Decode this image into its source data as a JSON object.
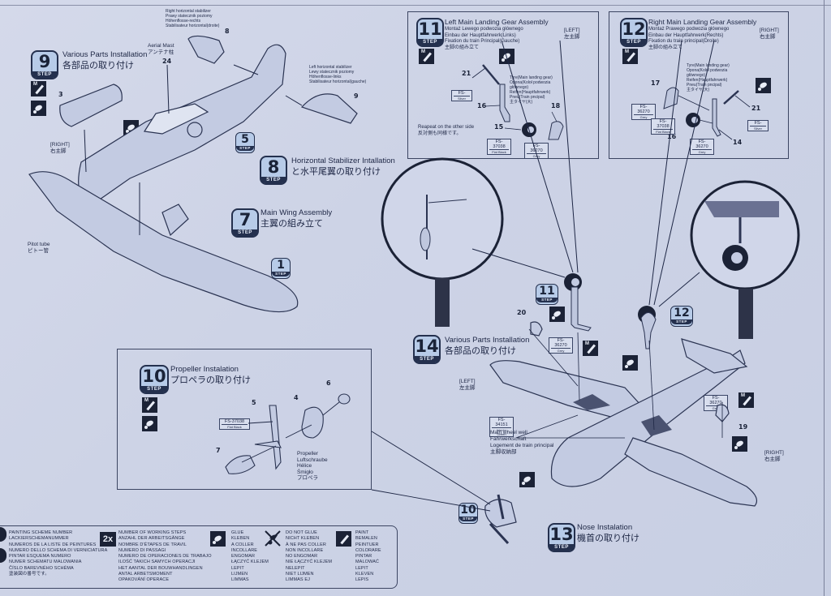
{
  "document": {
    "type": "model kit assembly instructions",
    "step_label": "STEP"
  },
  "step9": {
    "number": "9",
    "title_en": "Various Parts Installation",
    "title_jp": "各部品の取り付け",
    "parts": {
      "p3": "3",
      "p24": "24",
      "p8": "8",
      "p9": "9"
    },
    "aerial_mast_en": "Aerial Mast",
    "aerial_mast_jp": "アンテナ柱",
    "right_stab": [
      "Right horizontal stabilizer",
      "Prawy statecznik poziomy",
      "Höhenflosse-rechts",
      "Stabilisateur horizontal(droite)"
    ],
    "left_stab": [
      "Left horizontal stabilizer",
      "Lewy statecznik poziomy",
      "Höhenflosse-links",
      "Stabilisateur horizontal(gauche)"
    ],
    "right_en": "[RIGHT]",
    "right_jp": "右主脚",
    "pitot_en": "Pitot tube",
    "pitot_jp": "ピトー管",
    "ref_step5": "5",
    "ref_step1": "1"
  },
  "step8": {
    "number": "8",
    "title_en": "Horizontal Stabilizer Intallation",
    "title_jp": "と水平尾翼の取り付け"
  },
  "step7": {
    "number": "7",
    "title_en": "Main Wing Assembly",
    "title_jp": "主翼の組み立て"
  },
  "step11": {
    "number": "11",
    "title_en": "Left Main Landing Gear Assembly",
    "subtitles": [
      "Montaż Lewego podwozia głównego",
      "Einbau der Hauptfahrwerk(Links)",
      "Fixation du train Principal(Gauche)",
      "主脚の組み立て"
    ],
    "side_en": "[LEFT]",
    "side_jp": "左主脚",
    "tyre_note": [
      "Tyre(Main landing gear)",
      "Opona(Koloł podwozia",
      "głównego)",
      "Reifen(Hauptfahrwerk)",
      "Pneu(Train pncipal)",
      "主タイヤ(大)"
    ],
    "repeat_en": "Reapeat on the other side",
    "repeat_jp": "反対側も同様です。",
    "parts": {
      "p21": "21",
      "p16": "16",
      "p15": "15",
      "p18": "18"
    },
    "tags": [
      {
        "code": "FS-",
        "color": "Silver"
      },
      {
        "code": "FS-37038",
        "color": "Flat Black"
      },
      {
        "code": "FS-36270",
        "color": "Grey"
      }
    ]
  },
  "step12": {
    "number": "12",
    "title_en": "Right Main Landing Gear Assembly",
    "subtitles": [
      "Montaż Prawego podwozia głównego",
      "Einbau der Hauptfahrwerk(Rechts)",
      "Fixation du train principal(Droite)",
      "主脚の組み立て"
    ],
    "side_en": "[RIGHT]",
    "side_jp": "右主脚",
    "tyre_note": [
      "Tyre(Main landing gear)",
      "Opona(Koloł podwozia",
      "głównego)",
      "Reifen(Hauptfahrwerk)",
      "Pneu(Train pncipal)",
      "主タイヤ(大)"
    ],
    "parts": {
      "p17": "17",
      "p21": "21",
      "p16": "16",
      "p14": "14"
    },
    "tags": [
      {
        "code": "FS-36270",
        "color": "Grey"
      },
      {
        "code": "FS-37038",
        "color": "Flat Black"
      },
      {
        "code": "FS-36270",
        "color": "Grey"
      },
      {
        "code": "FS-",
        "color": "Silver"
      }
    ]
  },
  "step10": {
    "number": "10",
    "title_en": "Propeller Instalation",
    "title_jp": "プロペラの取り付け",
    "parts": {
      "p4": "4",
      "p5": "5",
      "p6": "6",
      "p7": "7"
    },
    "tag": {
      "code": "FS-37038",
      "color": "Flat Black"
    },
    "propeller_names": [
      "Propeller",
      "Luftschraube",
      "Hélice",
      "Śmigło",
      "プロペラ"
    ]
  },
  "step14": {
    "number": "14",
    "title_en": "Various Parts Installation",
    "title_jp": "各部品の取り付け",
    "left_en": "[LEFT]",
    "left_jp": "左主脚",
    "right_en": "[RIGHT]",
    "right_jp": "右主脚",
    "parts": {
      "p20": "20",
      "p19": "19"
    },
    "ref_steps": {
      "s11": "11",
      "s12": "12",
      "s10": "10"
    },
    "tag20": {
      "code": "FS-36270",
      "color": "Grey"
    },
    "tag19": {
      "code": "FS-36270",
      "color": "Grey"
    },
    "wheel_well_tag": {
      "code": "FS-34151",
      "color": "Interior Green"
    },
    "wheel_well": [
      "Main wheel well",
      "Fahrwerkschaft",
      "Logement de train principal",
      "主脚収納部"
    ]
  },
  "step13": {
    "number": "13",
    "title_en": "Nose Instalation",
    "title_jp": "機首の取り付け"
  },
  "legend": {
    "painting": [
      "Painting scheme number",
      "Lackierschemanummer",
      "Numeros de la liste de peintures",
      "Numero dello schema di verniciatura",
      "Pintar esquema numero",
      "Numer schematu malowania",
      "Číslo barevného schéma",
      "塗装図の番号です。"
    ],
    "working_steps_icon": "2x",
    "working_steps": [
      "Number of working steps",
      "Anzahl der Arbeitsgänge",
      "Nombre d'étapes de travil",
      "Numero di passagi",
      "Numero de operaciones de trabajo",
      "Ilość takich samych operacji",
      "Het aantal der bouwhandlingen",
      "Antal arbetsmoment",
      "Opakování operace"
    ],
    "glue": [
      "Glue",
      "Kleben",
      "A coller",
      "Incollare",
      "Engomar",
      "Łączyć klejem",
      "Lepit",
      "Lijmen",
      "Limmas"
    ],
    "do_not_glue": [
      "Do not glue",
      "Nicht kleben",
      "À ne pas coller",
      "Non incollare",
      "No engomar",
      "Nie łączyć klejem",
      "Nelepit",
      "Niet lijmen",
      "Limmas ej"
    ],
    "paint": [
      "Paint",
      "Bemalen",
      "Peintuer",
      "Colorare",
      "Pintar",
      "Malować",
      "Lepit",
      "Kleven",
      "Lepis"
    ]
  },
  "icons": {
    "paint_icon_letter": "M"
  }
}
